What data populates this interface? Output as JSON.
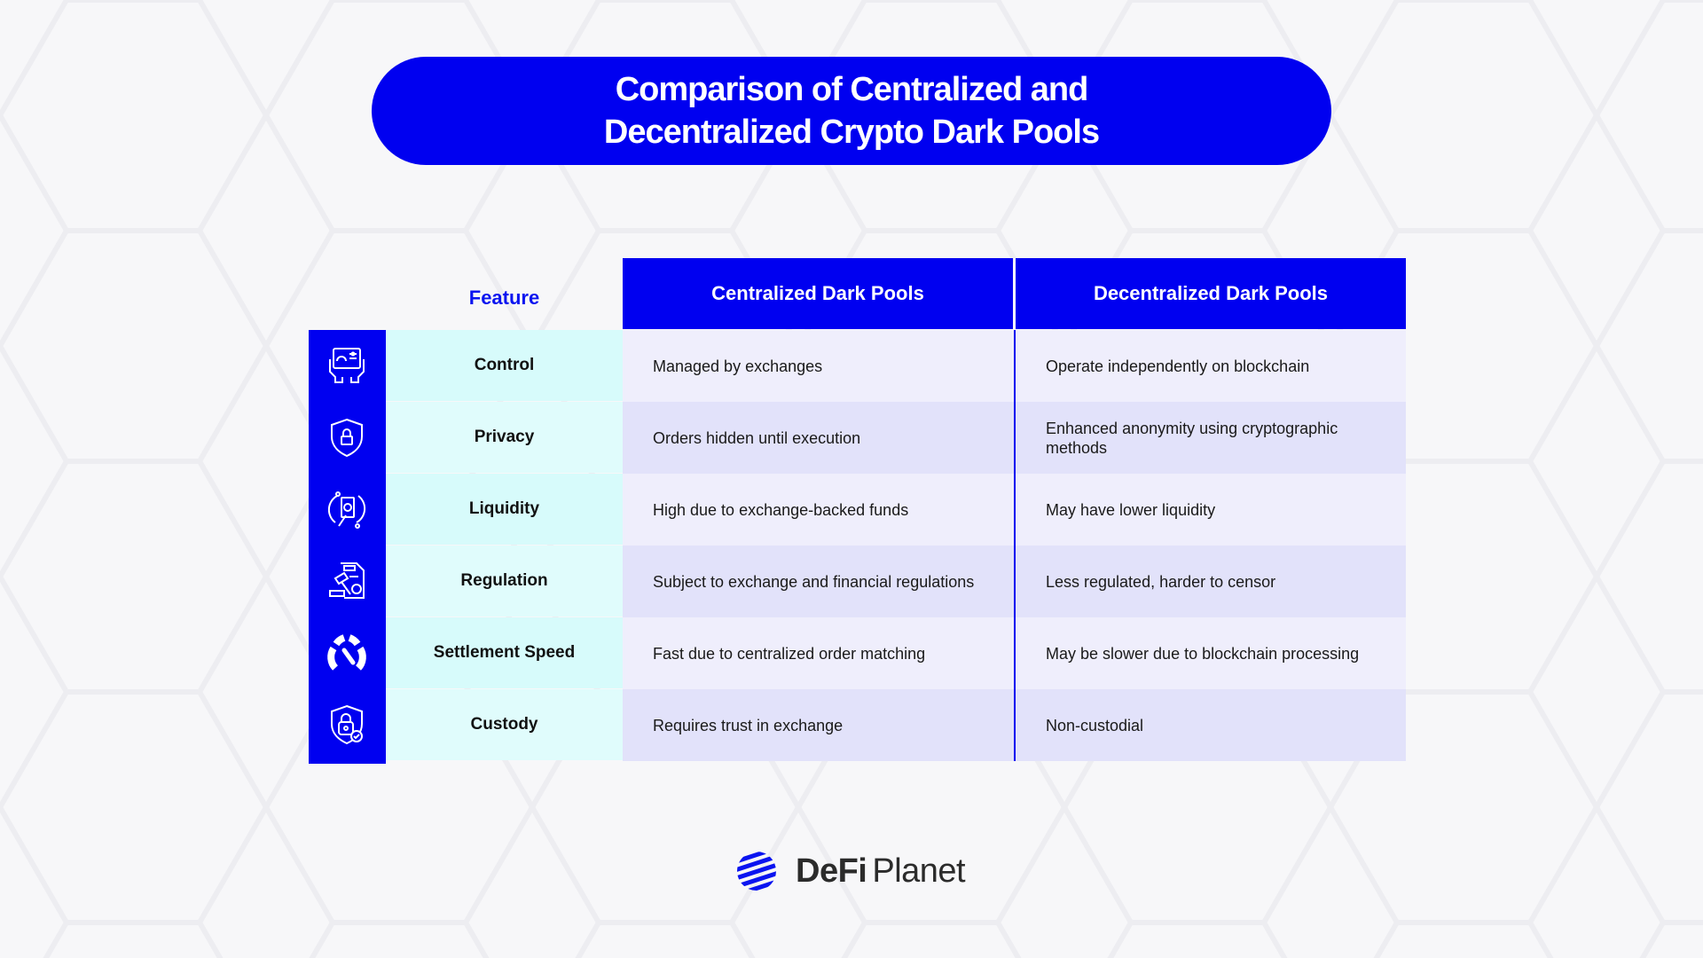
{
  "title": {
    "line1": "Comparison of Centralized and",
    "line2": "Decentralized Crypto Dark Pools"
  },
  "table": {
    "headers": {
      "feature": "Feature",
      "centralized": "Centralized Dark Pools",
      "decentralized": "Decentralized Dark Pools"
    },
    "rows": [
      {
        "icon": "tablet-control-icon",
        "feature": "Control",
        "centralized": "Managed by exchanges",
        "decentralized": "Operate independently on blockchain"
      },
      {
        "icon": "shield-lock-icon",
        "feature": "Privacy",
        "centralized": "Orders hidden until execution",
        "decentralized": "Enhanced anonymity using cryptographic methods"
      },
      {
        "icon": "money-cycle-icon",
        "feature": "Liquidity",
        "centralized": "High due to exchange-backed funds",
        "decentralized": "May have lower liquidity"
      },
      {
        "icon": "gavel-document-icon",
        "feature": "Regulation",
        "centralized": "Subject to exchange and financial regulations",
        "decentralized": "Less regulated, harder to censor"
      },
      {
        "icon": "speedometer-icon",
        "feature": "Settlement Speed",
        "centralized": "Fast due to centralized order matching",
        "decentralized": "May be slower due to blockchain processing"
      },
      {
        "icon": "shield-padlock-check-icon",
        "feature": "Custody",
        "centralized": "Requires trust in exchange",
        "decentralized": "Non-custodial"
      }
    ]
  },
  "logo": {
    "bold": "DeFi",
    "regular": "Planet"
  },
  "colors": {
    "accent": "#0000f0",
    "feature_cell": "#d7fbfb",
    "row_light": "#efeefc",
    "row_dark": "#e2e2fa"
  }
}
